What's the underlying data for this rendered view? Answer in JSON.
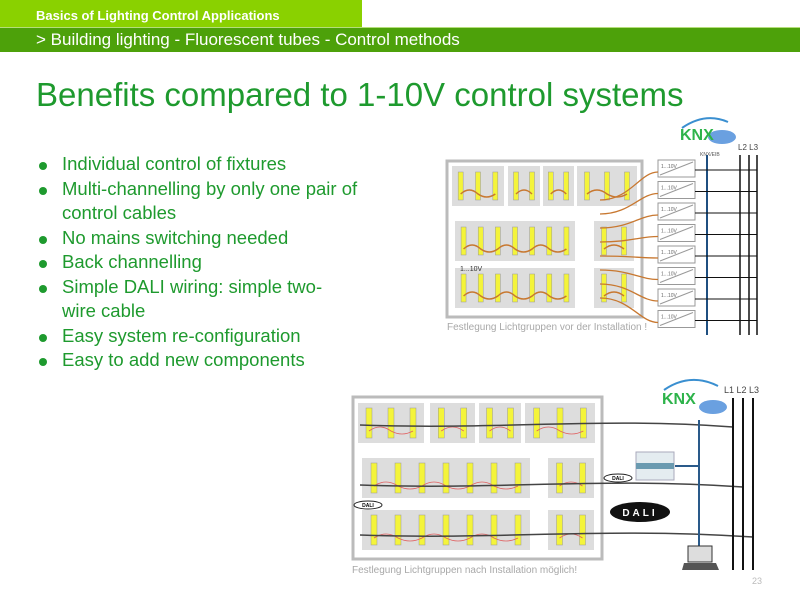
{
  "header": {
    "section": "Basics of Lighting Control Applications",
    "breadcrumb": "> Building lighting - Fluorescent tubes - Control methods"
  },
  "title": "Benefits compared to 1-10V control systems",
  "bullets": [
    "Individual control of fixtures",
    "Multi-channelling by only one pair of control cables",
    "No mains switching needed",
    "Back channelling",
    "Simple DALI wiring: simple two-wire cable",
    "Easy system re-configuration",
    "Easy to add new components"
  ],
  "diagram_before": {
    "logo": "KNX",
    "bus_label": "KNX/EIB",
    "phase_label": "L2 L3",
    "dimmer_label": "1...10V",
    "group_label": "1...10V",
    "caption": "Festlegung Lichtgruppen vor der Installation !"
  },
  "diagram_after": {
    "logo": "KNX",
    "phase_label": "L1 L2 L3",
    "dali_small": "DALI",
    "dali_large": "DALI",
    "caption": "Festlegung Lichtgruppen nach Installation möglich!"
  },
  "colors": {
    "accent": "#1e9a2e",
    "band_light": "#8ad100",
    "band_dark": "#4da10a",
    "tube": "#f4f43a",
    "control_wire": "#c87830"
  },
  "page_number": "23"
}
